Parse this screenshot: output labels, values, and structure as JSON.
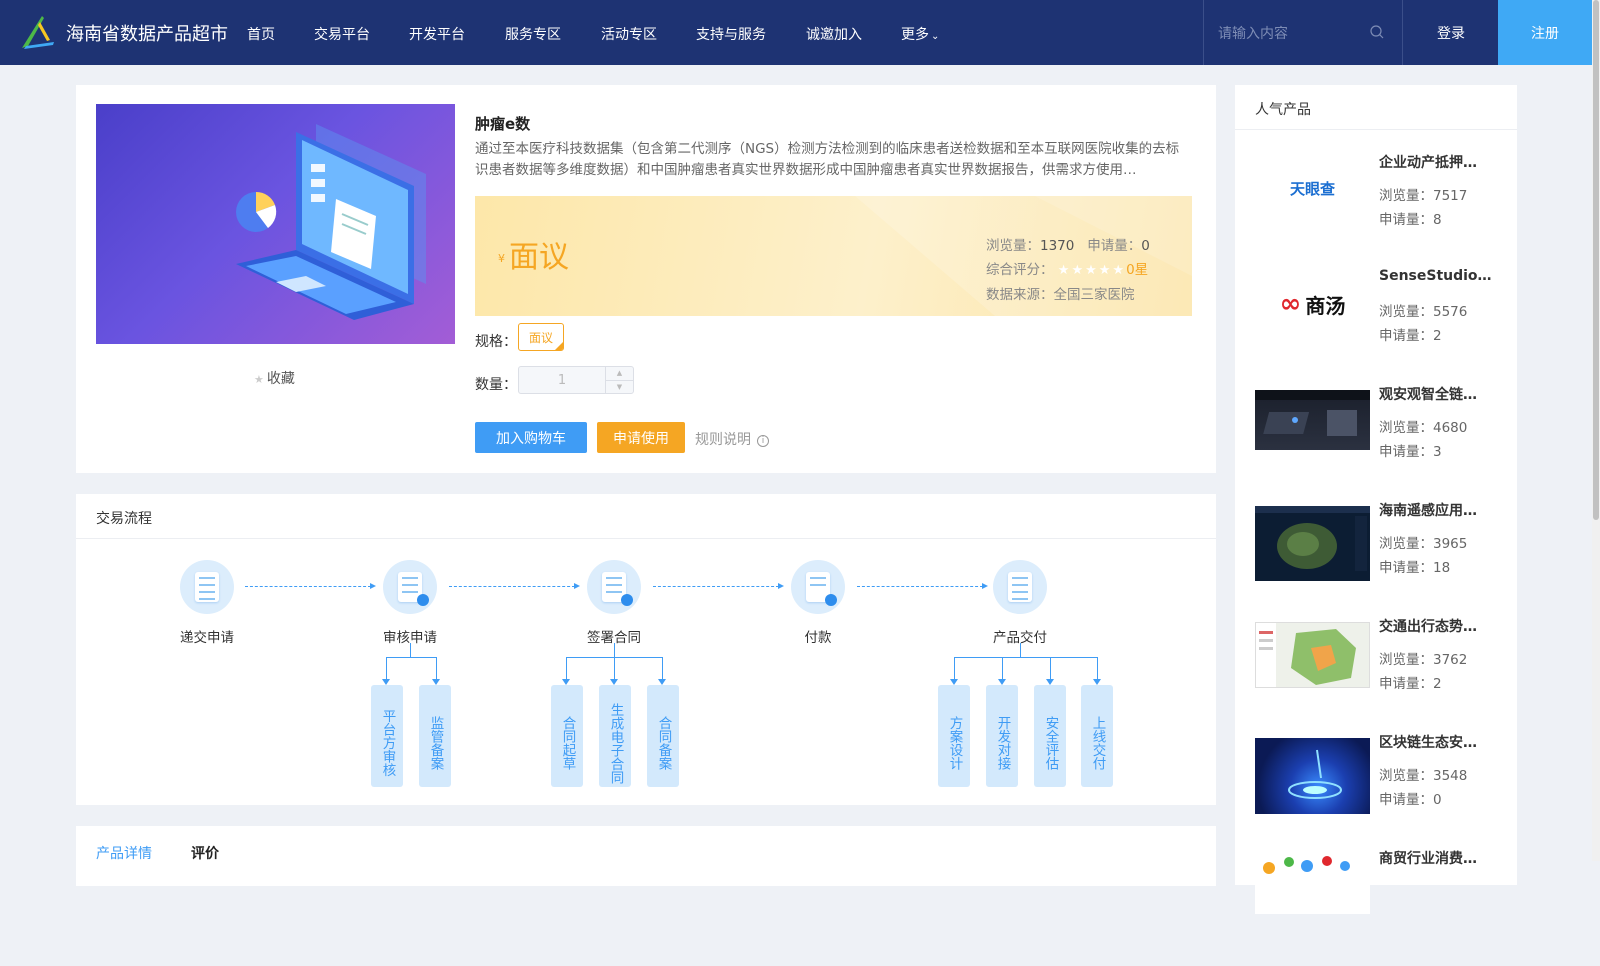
{
  "header": {
    "site_title": "海南省数据产品超市",
    "nav": [
      "首页",
      "交易平台",
      "开发平台",
      "服务专区",
      "活动专区",
      "支持与服务",
      "诚邀加入",
      "更多"
    ],
    "search_placeholder": "请输入内容",
    "login": "登录",
    "register": "注册"
  },
  "product": {
    "favorite": "收藏",
    "title": "肿瘤e数",
    "description": "通过至本医疗科技数据集（包含第二代测序（NGS）检测方法检测到的临床患者送检数据和至本互联网医院收集的去标识患者数据等多维度数据）和中国肿瘤患者真实世界数据形成中国肿瘤患者真实世界数据报告，供需求方使用…",
    "currency": "¥",
    "price": "面议",
    "views_label": "浏览量：",
    "views": "1370",
    "applies_label": "申请量：",
    "applies": "0",
    "rating_label": "综合评分：",
    "rating_text": "0星",
    "rating_value": 0,
    "source_label": "数据来源：",
    "source": "全国三家医院",
    "spec_label": "规格：",
    "spec_value": "面议",
    "qty_label": "数量：",
    "qty_value": "1",
    "cart_button": "加入购物车",
    "apply_button": "申请使用",
    "rules": "规则说明"
  },
  "flow": {
    "title": "交易流程",
    "steps": [
      "递交申请",
      "审核申请",
      "签署合同",
      "付款",
      "产品交付"
    ],
    "substeps": {
      "review": [
        "平台方审核",
        "监管备案"
      ],
      "contract": [
        "合同起草",
        "生成电子合同",
        "合同备案"
      ],
      "delivery": [
        "方案设计",
        "开发对接",
        "安全评估",
        "上线交付"
      ]
    }
  },
  "tabs": [
    "产品详情",
    "评价"
  ],
  "sidebar": {
    "title": "人气产品",
    "items": [
      {
        "name": "企业动产抵押…",
        "views": "浏览量：7517",
        "applies": "申请量：8",
        "logo": "天眼查"
      },
      {
        "name": "SenseStudio…",
        "views": "浏览量：5576",
        "applies": "申请量：2",
        "logo": "商汤"
      },
      {
        "name": "观安观智全链…",
        "views": "浏览量：4680",
        "applies": "申请量：3"
      },
      {
        "name": "海南遥感应用…",
        "views": "浏览量：3965",
        "applies": "申请量：18"
      },
      {
        "name": "交通出行态势…",
        "views": "浏览量：3762",
        "applies": "申请量：2"
      },
      {
        "name": "区块链生态安…",
        "views": "浏览量：3548",
        "applies": "申请量：0"
      },
      {
        "name": "商贸行业消费…",
        "views": "",
        "applies": ""
      }
    ]
  },
  "colors": {
    "header": "#1e3373",
    "accent": "#3f9cf5",
    "orange": "#f5a623",
    "register": "#3fa9f5"
  }
}
